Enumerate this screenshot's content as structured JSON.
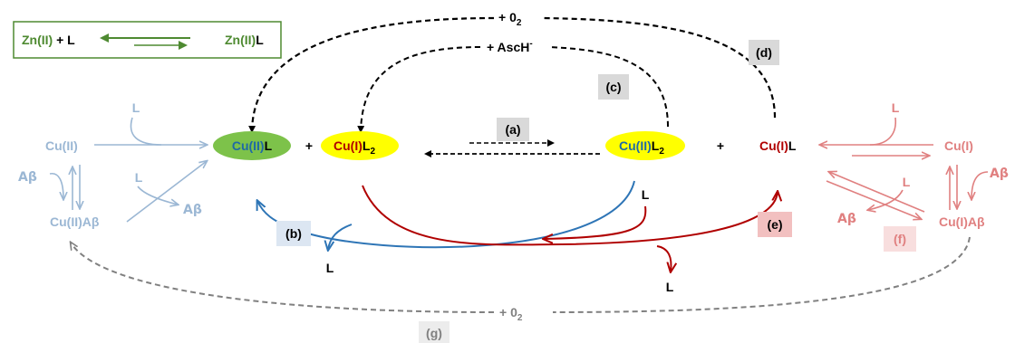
{
  "colors": {
    "green": "#4e8a31",
    "green_fill": "#7dc24a",
    "yellow": "#ffff00",
    "cu_ii": "#1f6aa5",
    "red": "#b00000",
    "blue_arrow": "#2e75b6",
    "light_blue": "#9bb7d4",
    "light_red": "#e08080",
    "label_gray": "#d9d9d9",
    "label_blue": "#dce6f2",
    "label_red": "#f2c0c0",
    "label_pink": "#f8dede",
    "dash_black": "#000000",
    "dash_gray": "#808080"
  },
  "legend_box": {
    "left": "Zn(II)",
    "plus_l": " + L",
    "right": "Zn(II)",
    "right_l": "L"
  },
  "top": {
    "o2_plus": "+ 0",
    "o2_sub": "2",
    "asc": "+ AscH",
    "asc_sup": "-"
  },
  "labels": {
    "a": "(a)",
    "b": "(b)",
    "c": "(c)",
    "d": "(d)",
    "e": "(e)",
    "f": "(f)",
    "g": "(g)"
  },
  "species": {
    "cu2L_cu": "Cu(II)",
    "cu2L_l": "L",
    "cu1L2_cu": "Cu(I)",
    "cu1L2_l": "L",
    "cu1L2_sub": "2",
    "cu2L2_cu": "Cu(II)",
    "cu2L2_l": "L",
    "cu2L2_sub": "2",
    "cu1L_cu": "Cu(I)",
    "cu1L_l": "L",
    "plus": "+"
  },
  "left_cycle": {
    "cu2": "Cu(II)",
    "ab": "Aβ",
    "cu2ab": "Cu(II)Aβ",
    "l_top": "L",
    "l_mid": "L",
    "ab_out": "Aβ"
  },
  "right_cycle": {
    "cu1": "Cu(I)",
    "ab": "Aβ",
    "cu1ab": "Cu(I)Aβ",
    "l_top": "L",
    "l_mid": "L",
    "ab_out": "Aβ"
  },
  "ligands": {
    "l_b": "L",
    "l_e_top": "L",
    "l_e_bottom": "L"
  },
  "bottom": {
    "o2_plus": "+ 0",
    "o2_sub": "2"
  }
}
